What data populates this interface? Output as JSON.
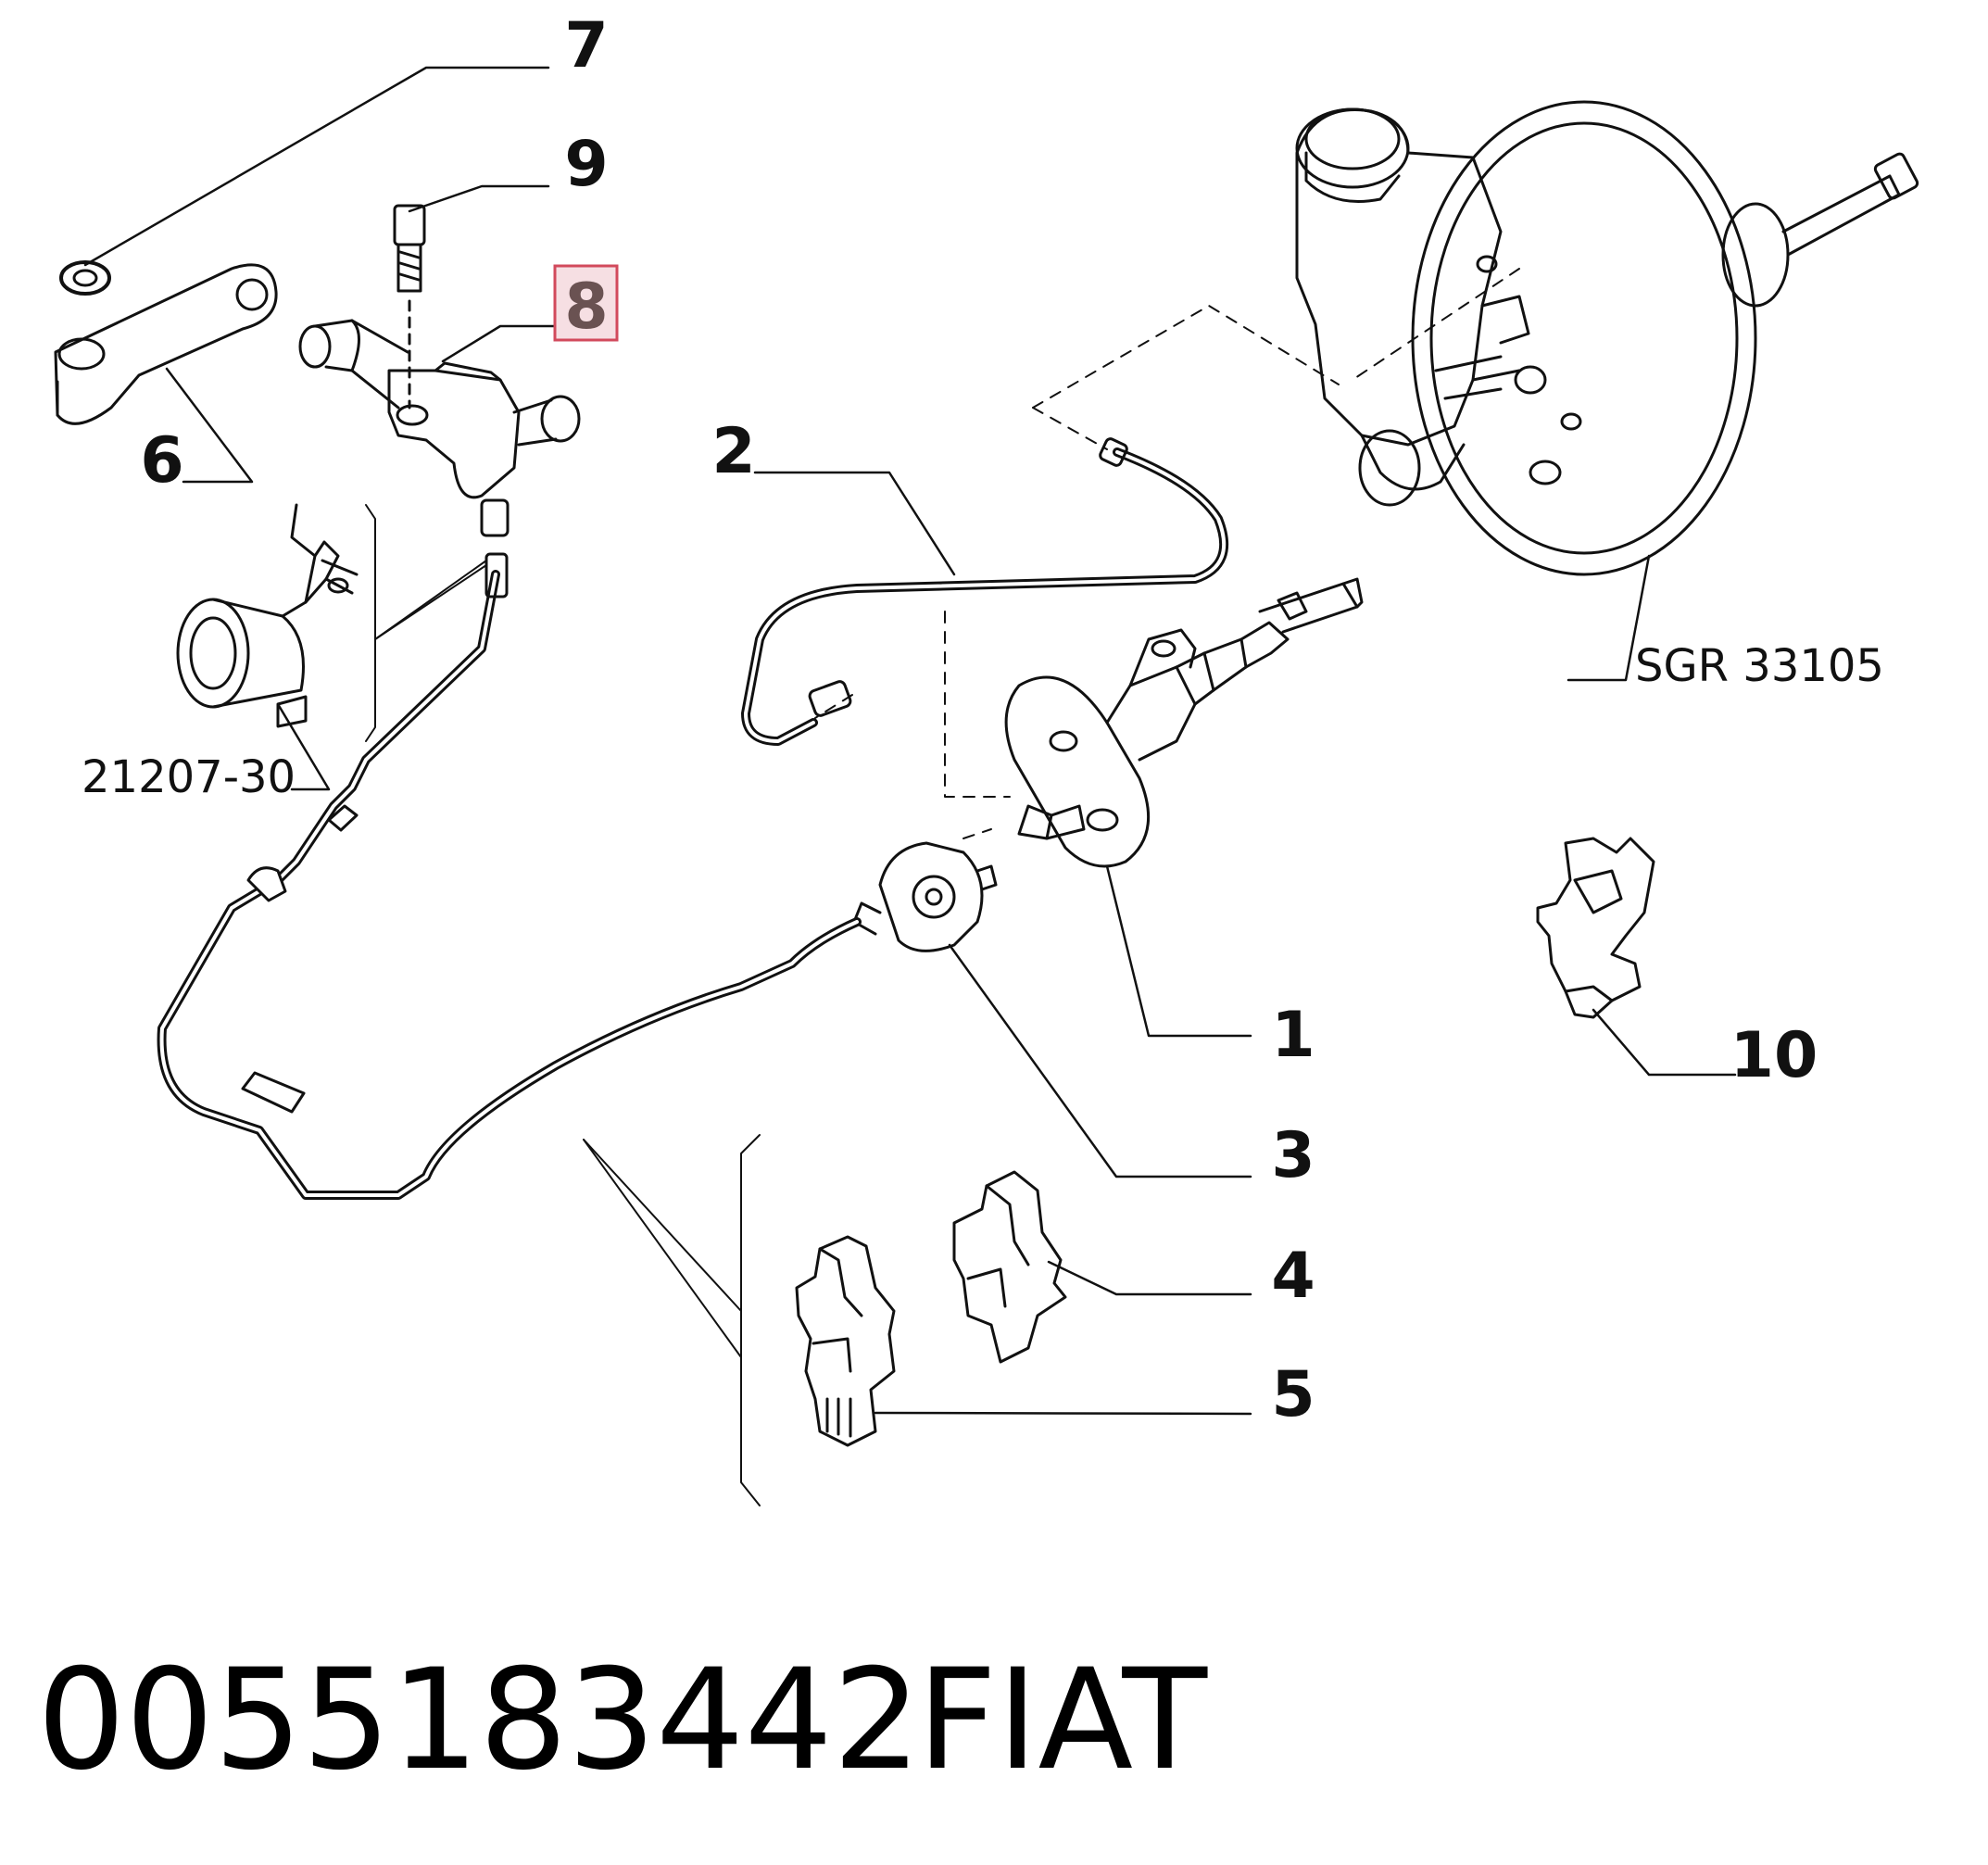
{
  "callouts": {
    "c1": "1",
    "c2": "2",
    "c3": "3",
    "c4": "4",
    "c5": "5",
    "c6": "6",
    "c7": "7",
    "c8": "8",
    "c9": "9",
    "c10": "10"
  },
  "highlighted_callout": "8",
  "references": {
    "slave_cylinder_ref": "21207-30",
    "brake_booster_ref": "SGR 33105"
  },
  "footer": {
    "part_number": "0055183442",
    "brand": "FIAT"
  },
  "colors": {
    "line": "#111111",
    "highlight_fill": "#f6dfe3",
    "highlight_border": "#d24a5c"
  }
}
